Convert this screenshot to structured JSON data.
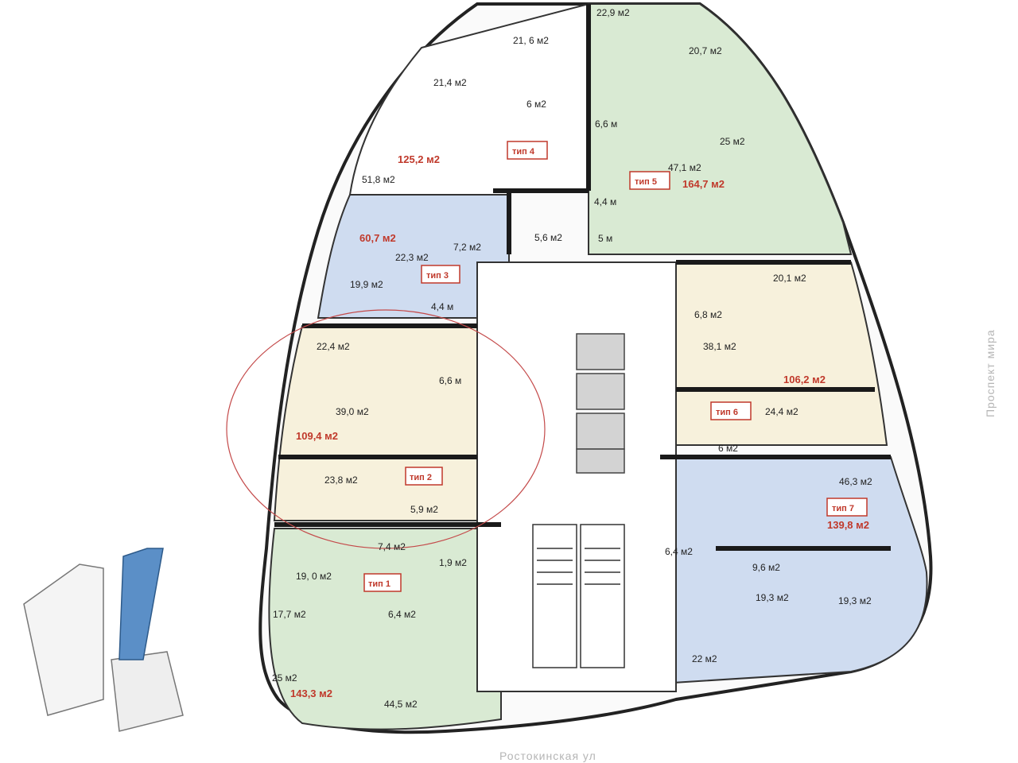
{
  "streets": {
    "east": "Проспект мира",
    "south": "Ростокинская ул"
  },
  "colors": {
    "green": "#d9ead3",
    "blue": "#cfdcf0",
    "cream": "#f7f1dc",
    "core": "#ffffff",
    "wall": "#1a1a1a",
    "accent": "#c0392b",
    "ellipse": "#c44a4a",
    "tower": "#5b8fc7"
  },
  "units": [
    {
      "type": "тип 1",
      "total": "143,3 м2",
      "rooms": [
        "7,4 м2",
        "1,9 м2",
        "19, 0 м2",
        "17,7 м2",
        "6,4 м2",
        "25 м2",
        "44,5 м2"
      ]
    },
    {
      "type": "тип 2",
      "total": "109,4 м2",
      "rooms": [
        "22,4 м2",
        "6,6 м",
        "39,0 м2",
        "23,8 м2",
        "5,9 м2"
      ]
    },
    {
      "type": "тип 3",
      "total": "60,7 м2",
      "rooms": [
        "7,2 м2",
        "22,3 м2",
        "19,9 м2",
        "4,4 м"
      ]
    },
    {
      "type": "тип 4",
      "total": "125,2 м2",
      "rooms": [
        "21, 6 м2",
        "21,4 м2",
        "6 м2",
        "51,8 м2",
        "5,6 м2"
      ]
    },
    {
      "type": "тип 5",
      "total": "164,7 м2",
      "rooms": [
        "22,9 м2",
        "20,7 м2",
        "6,6 м",
        "25 м2",
        "47,1 м2",
        "4,4 м",
        "5 м"
      ]
    },
    {
      "type": "тип 6",
      "total": "106,2 м2",
      "rooms": [
        "20,1 м2",
        "6,8 м2",
        "38,1 м2",
        "24,4 м2",
        "6 м2"
      ]
    },
    {
      "type": "тип 7",
      "total": "139,8 м2",
      "rooms": [
        "46,3 м2",
        "6,4 м2",
        "9,6 м2",
        "19,3 м2",
        "19,3 м2",
        "22 м2"
      ]
    }
  ]
}
